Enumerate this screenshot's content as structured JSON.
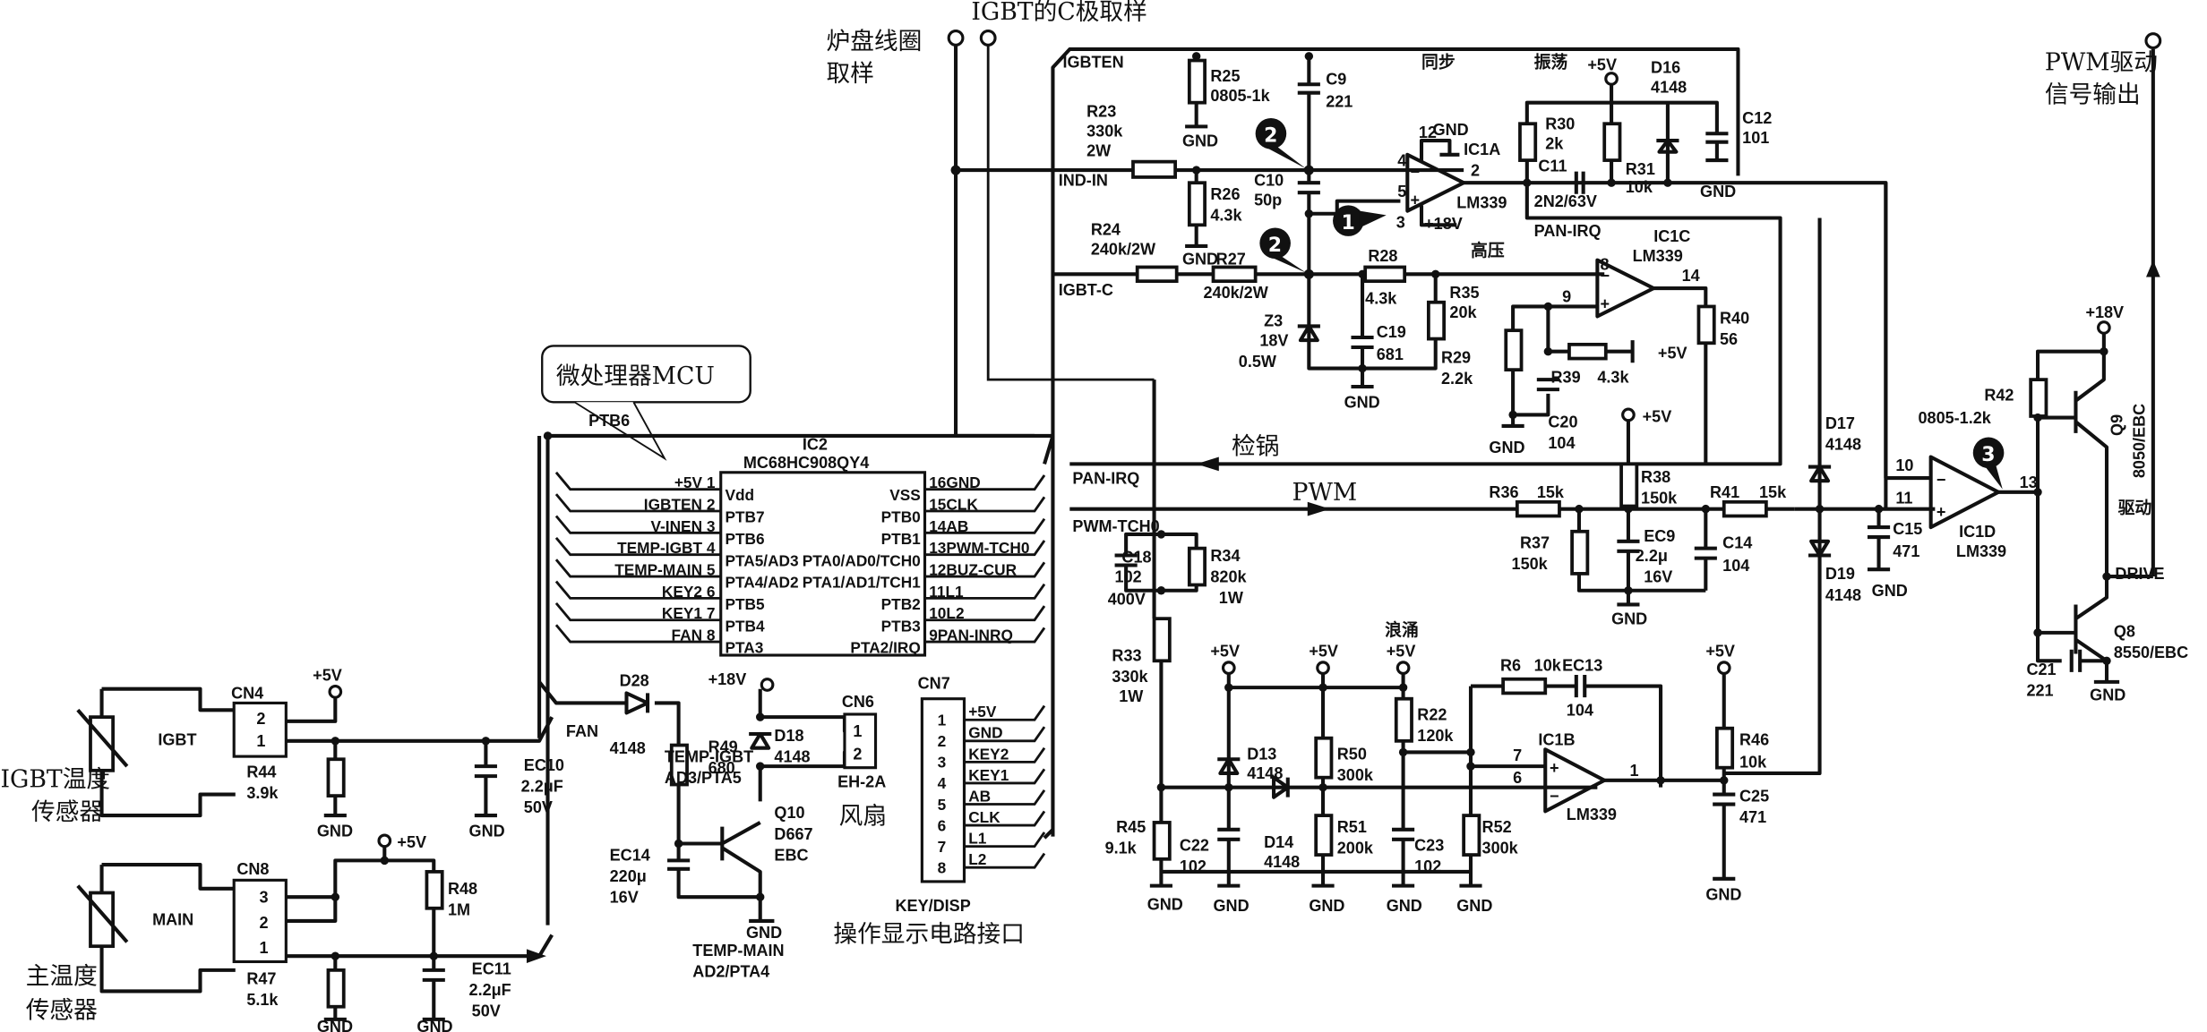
{
  "title_labels": {
    "coil_sample": [
      "炉盘线圈",
      "取样"
    ],
    "igbt_c_sample": "IGBT的C极取样",
    "pwm_output": [
      "PWM驱动",
      "信号输出"
    ],
    "mcu_callout": "微处理器MCU",
    "igbt_temp_sensor": [
      "IGBT温度",
      "传感器"
    ],
    "main_temp_sensor": [
      "主温度",
      "传感器"
    ],
    "fan": "风扇",
    "key_disp_interface": "操作显示电路接口",
    "pan_detect": "检锅",
    "pwm_arrow": "PWM"
  },
  "section_labels": {
    "sync": "同步",
    "oscillation": "振荡",
    "high_voltage": "高压",
    "surge": "浪涌",
    "drive": "驱动"
  },
  "badges": [
    "1",
    "2",
    "2",
    "3"
  ],
  "nets": {
    "igbten": "IGBTEN",
    "ind_in": "IND-IN",
    "igbt_c": "IGBT-C",
    "pan_irq": "PAN-IRQ",
    "pan_irq2": "PAN-IRQ",
    "pwm_tch0": "PWM-TCH0",
    "ptb6": "PTB6",
    "fan": "FAN",
    "drive": "DRIVE",
    "temp_igbt": [
      "TEMP-IGBT",
      "AD3/PTA5"
    ],
    "temp_main": [
      "TEMP-MAIN",
      "AD2/PTA4"
    ]
  },
  "power": {
    "p5v": "+5V",
    "p18v": "+18V",
    "gnd": "GND"
  },
  "components": {
    "R23": [
      "R23",
      "330k",
      "2W"
    ],
    "R25": [
      "R25",
      "0805-1k"
    ],
    "C9": [
      "C9",
      "221"
    ],
    "R26": [
      "R26",
      "4.3k"
    ],
    "C10": [
      "C10",
      "50p"
    ],
    "R24": [
      "R24",
      "240k/2W"
    ],
    "R27": [
      "R27",
      "240k/2W"
    ],
    "R28": [
      "R28",
      "4.3k"
    ],
    "Z3": [
      "Z3",
      "18V",
      "0.5W"
    ],
    "C19": [
      "C19",
      "681"
    ],
    "R35": [
      "R35",
      "20k"
    ],
    "R29": [
      "R29",
      "2.2k"
    ],
    "R39": [
      "R39",
      "4.3k"
    ],
    "C20": [
      "C20",
      "104"
    ],
    "R40": [
      "R40",
      "56"
    ],
    "R30": [
      "R30",
      "2k"
    ],
    "R31": [
      "R31",
      "10k"
    ],
    "C11": [
      "C11",
      "2N2/63V"
    ],
    "D16": [
      "D16",
      "4148"
    ],
    "C12": [
      "C12",
      "101"
    ],
    "IC1A": [
      "IC1A",
      "LM339"
    ],
    "IC1C": [
      "IC1C",
      "LM339"
    ],
    "IC1B": [
      "IC1B",
      "LM339"
    ],
    "IC1D": [
      "IC1D",
      "LM339"
    ],
    "R36": [
      "R36",
      "15k"
    ],
    "R37": [
      "R37",
      "150k"
    ],
    "R38": [
      "R38",
      "150k"
    ],
    "EC9": [
      "EC9",
      "2.2μ",
      "16V"
    ],
    "C14": [
      "C14",
      "104"
    ],
    "R41": [
      "R41",
      "15k"
    ],
    "D17": [
      "D17",
      "4148"
    ],
    "D19": [
      "D19",
      "4148"
    ],
    "C15": [
      "C15",
      "471"
    ],
    "R42": [
      "R42",
      "0805-1.2k"
    ],
    "Q9": [
      "Q9",
      "8050/EBC"
    ],
    "Q8": [
      "Q8",
      "8550/EBC"
    ],
    "C21": [
      "C21",
      "221"
    ],
    "C18": [
      "C18",
      "102",
      "400V"
    ],
    "R34": [
      "R34",
      "820k",
      "1W"
    ],
    "R33": [
      "R33",
      "330k",
      "1W"
    ],
    "R45": [
      "R45",
      "9.1k"
    ],
    "C22": [
      "C22",
      "102"
    ],
    "D13": [
      "D13",
      "4148"
    ],
    "D14": [
      "D14",
      "4148"
    ],
    "R50": [
      "R50",
      "300k"
    ],
    "R51": [
      "R51",
      "200k"
    ],
    "R22": [
      "R22",
      "120k"
    ],
    "C23": [
      "C23",
      "102"
    ],
    "R52": [
      "R52",
      "300k"
    ],
    "R6": [
      "R6",
      "10k"
    ],
    "EC13": [
      "EC13",
      "104"
    ],
    "R46": [
      "R46",
      "10k"
    ],
    "C25": [
      "C25",
      "471"
    ],
    "IC2": [
      "IC2",
      "MC68HC908QY4"
    ],
    "D28": [
      "D28",
      "4148"
    ],
    "R49": [
      "R49",
      "680"
    ],
    "D18": [
      "D18",
      "4148"
    ],
    "Q10": [
      "Q10",
      "D667",
      "EBC"
    ],
    "EC14": [
      "EC14",
      "220μ",
      "16V"
    ],
    "CN6": [
      "CN6",
      "EH-2A"
    ],
    "CN7": [
      "CN7",
      "KEY/DISP"
    ],
    "CN4": [
      "CN4"
    ],
    "CN8": [
      "CN8"
    ],
    "R44": [
      "R44",
      "3.9k"
    ],
    "EC10": [
      "EC10",
      "2.2μF",
      "50V"
    ],
    "R48": [
      "R48",
      "1M"
    ],
    "R47": [
      "R47",
      "5.1k"
    ],
    "EC11": [
      "EC11",
      "2.2μF",
      "50V"
    ],
    "thermistor_igbt": "IGBT",
    "thermistor_main": "MAIN"
  },
  "ic1_pins": {
    "a": [
      "4",
      "5",
      "2",
      "12",
      "3"
    ],
    "c": [
      "8",
      "9",
      "14"
    ],
    "b": [
      "7",
      "6",
      "1"
    ],
    "d": [
      "10",
      "11",
      "13"
    ]
  },
  "mcu": {
    "left_pins": [
      {
        "num": "1",
        "net": "+5V",
        "func": "Vdd"
      },
      {
        "num": "2",
        "net": "IGBTEN",
        "func": "PTB7"
      },
      {
        "num": "3",
        "net": "V-INEN",
        "func": "PTB6"
      },
      {
        "num": "4",
        "net": "TEMP-IGBT",
        "func": "PTA5/AD3"
      },
      {
        "num": "5",
        "net": "TEMP-MAIN",
        "func": "PTA4/AD2"
      },
      {
        "num": "6",
        "net": "KEY2",
        "func": "PTB5"
      },
      {
        "num": "7",
        "net": "KEY1",
        "func": "PTB4"
      },
      {
        "num": "8",
        "net": "FAN",
        "func": "PTA3"
      }
    ],
    "right_pins": [
      {
        "num": "16",
        "net": "GND",
        "func": "VSS"
      },
      {
        "num": "15",
        "net": "CLK",
        "func": "PTB0"
      },
      {
        "num": "14",
        "net": "AB",
        "func": "PTB1"
      },
      {
        "num": "13",
        "net": "PWM-TCH0",
        "func": "PTA0/AD0/TCH0"
      },
      {
        "num": "12",
        "net": "BUZ-CUR",
        "func": "PTA1/AD1/TCH1"
      },
      {
        "num": "11",
        "net": "L1",
        "func": "PTB2"
      },
      {
        "num": "10",
        "net": "L2",
        "func": "PTB3"
      },
      {
        "num": "9",
        "net": "PAN-INRQ",
        "func": "PTA2/IRQ"
      }
    ]
  },
  "cn7_pins": [
    {
      "num": "1",
      "net": "+5V"
    },
    {
      "num": "2",
      "net": "GND"
    },
    {
      "num": "3",
      "net": "KEY2"
    },
    {
      "num": "4",
      "net": "KEY1"
    },
    {
      "num": "5",
      "net": "AB"
    },
    {
      "num": "6",
      "net": "CLK"
    },
    {
      "num": "7",
      "net": "L1"
    },
    {
      "num": "8",
      "net": "L2"
    }
  ],
  "cn6_pins": [
    "1",
    "2"
  ],
  "cn4_pins": [
    "2",
    "1"
  ],
  "cn8_pins": [
    "3",
    "2",
    "1"
  ]
}
